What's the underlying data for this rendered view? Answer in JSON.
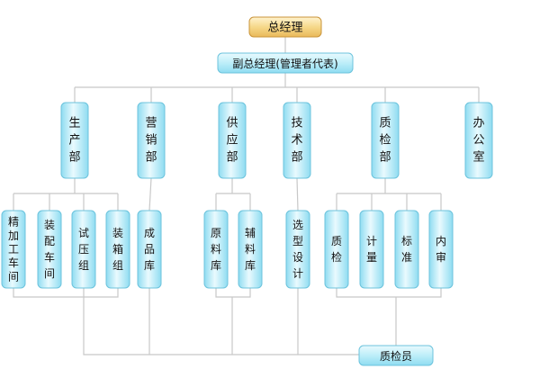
{
  "top": "总经理",
  "deputy": "副总经理(管理者代表)",
  "departments": [
    {
      "id": "production",
      "label": "生产部"
    },
    {
      "id": "sales",
      "label": "营销部"
    },
    {
      "id": "supply",
      "label": "供应部"
    },
    {
      "id": "tech",
      "label": "技术部"
    },
    {
      "id": "quality",
      "label": "质检部"
    },
    {
      "id": "office",
      "label": "办公室"
    }
  ],
  "units": [
    {
      "id": "machining",
      "label": "精加工车间",
      "parent": "production"
    },
    {
      "id": "assembly",
      "label": "装配车间",
      "parent": "production"
    },
    {
      "id": "pressure-test",
      "label": "试压组",
      "parent": "production"
    },
    {
      "id": "packing",
      "label": "装箱组",
      "parent": "production"
    },
    {
      "id": "finished-store",
      "label": "成品库",
      "parent": "sales"
    },
    {
      "id": "raw-store",
      "label": "原料库",
      "parent": "supply"
    },
    {
      "id": "aux-store",
      "label": "辅料库",
      "parent": "supply"
    },
    {
      "id": "selection-design",
      "label": "选型设计",
      "parent": "tech"
    },
    {
      "id": "quality-unit",
      "label": "质检",
      "parent": "quality"
    },
    {
      "id": "metering",
      "label": "计量",
      "parent": "quality"
    },
    {
      "id": "standard",
      "label": "标准",
      "parent": "quality"
    },
    {
      "id": "internal-audit",
      "label": "内审",
      "parent": "quality"
    }
  ],
  "inspector": "质检员",
  "colors": {
    "top_fill": "#f6d88a",
    "top_stroke": "#c9943a",
    "node_fill": "#a8e6f6",
    "node_fill_light": "#e6f9fd",
    "node_stroke": "#6cc3dc",
    "line": "#c8c8c8"
  }
}
